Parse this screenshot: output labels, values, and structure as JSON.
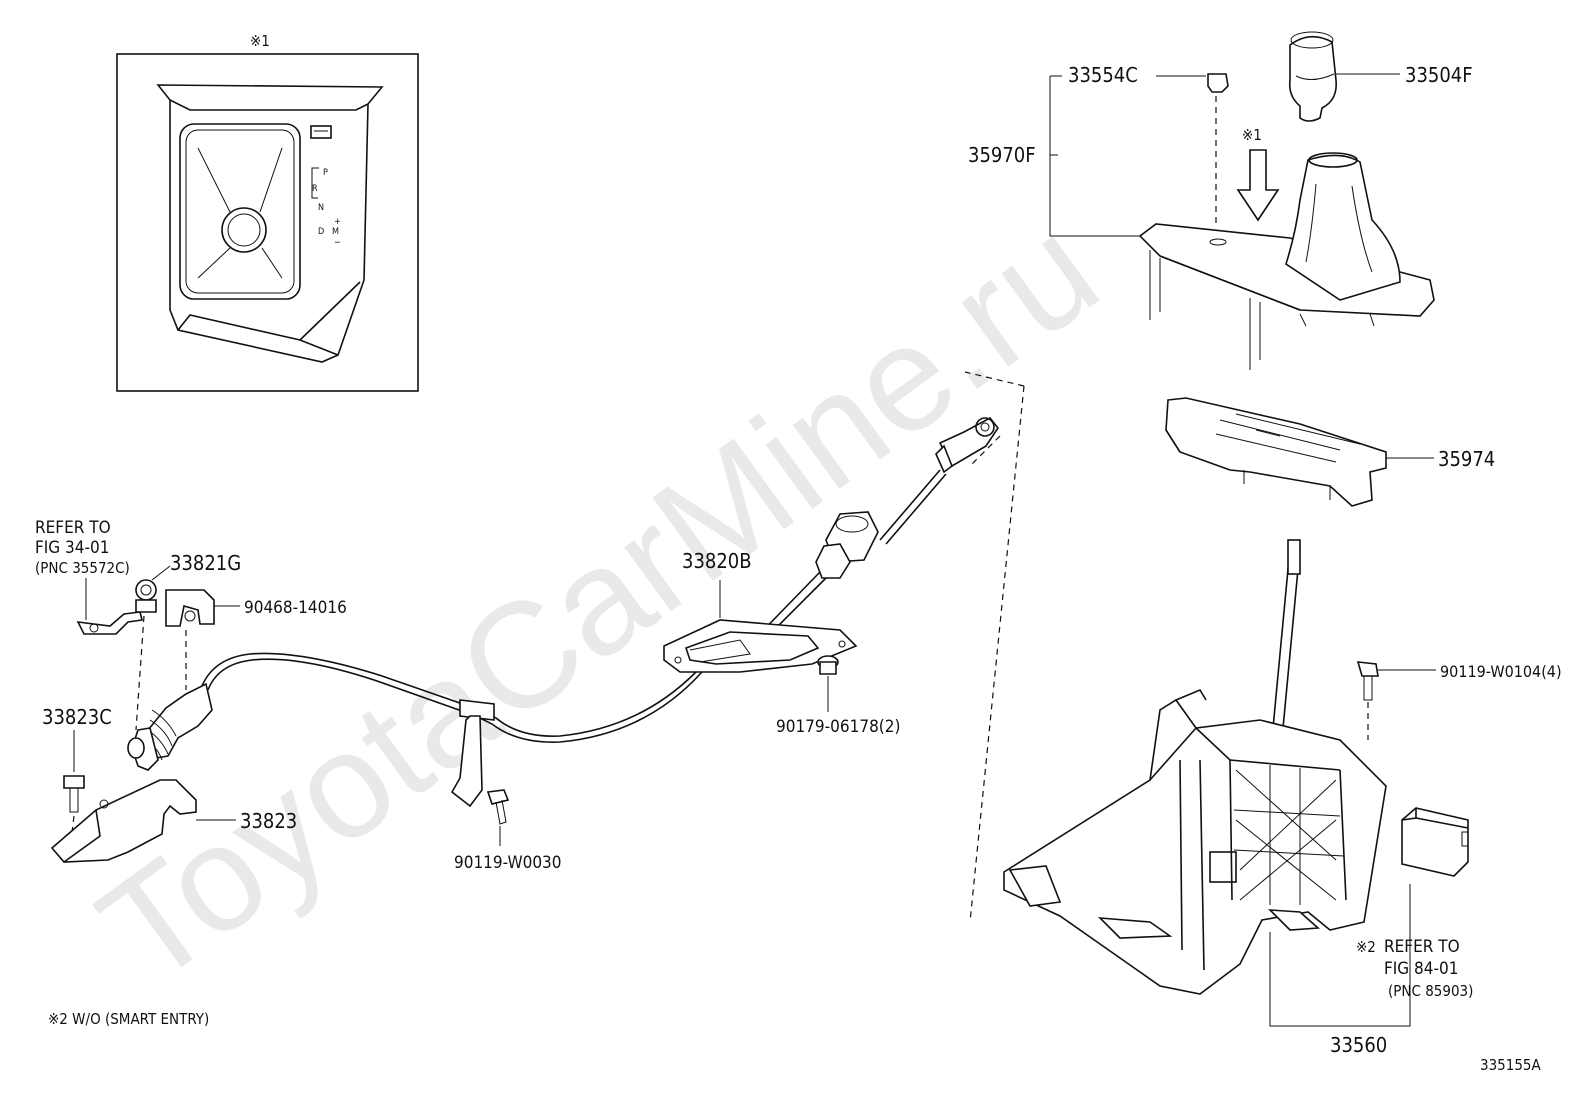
{
  "labels": {
    "inset_marker": "※1",
    "p_33504F": "33504F",
    "p_33554C": "33554C",
    "p_35970F": "35970F",
    "arrow_marker": "※1",
    "p_35974": "35974",
    "refer_left_1": "REFER TO",
    "refer_left_2": "FIG 34-01",
    "refer_left_3": "(PNC 35572C)",
    "p_33821G": "33821G",
    "p_90468": "90468-14016",
    "p_33820B": "33820B",
    "p_33823C": "33823C",
    "p_33823": "33823",
    "p_90179": "90179-06178(2)",
    "p_90119_30": "90119-W0030",
    "p_90119_104": "90119-W0104(4)",
    "refer_right_mark": "※2",
    "refer_right_1": "REFER TO",
    "refer_right_2": "FIG 84-01",
    "refer_right_3": "(PNC 85903)",
    "p_33560": "33560",
    "footnote": "※2 W/O (SMART ENTRY)",
    "figure_code": "335155A",
    "watermark": "ToyotaCarMine.ru",
    "gate_P": "P",
    "gate_R": "R",
    "gate_N": "N",
    "gate_D": "D",
    "gate_M": "M",
    "gate_plus": "+",
    "gate_minus": "−"
  }
}
